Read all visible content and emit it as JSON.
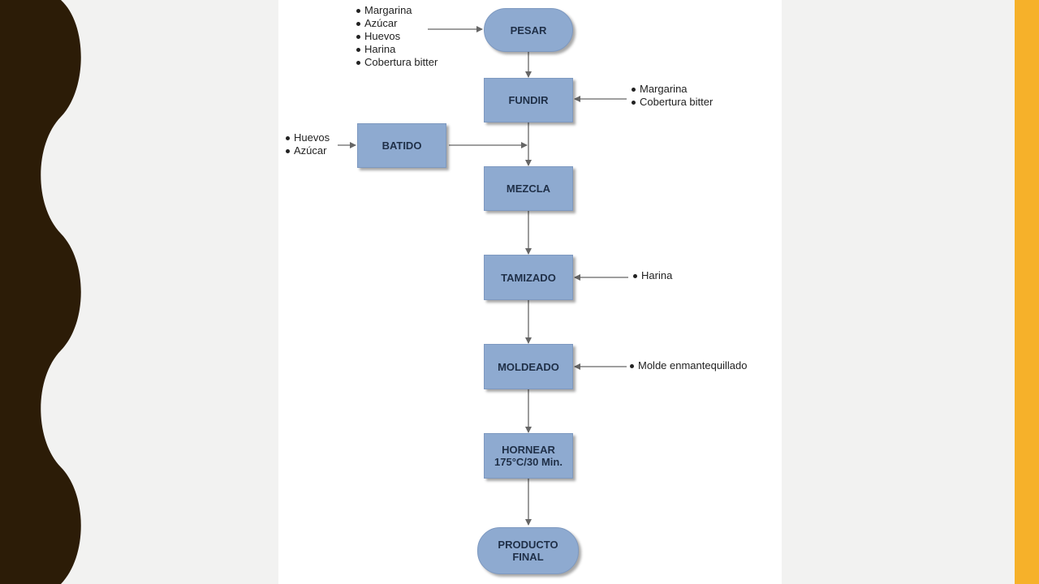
{
  "colors": {
    "background": "#f2f2f1",
    "border_dark": "#2c1c07",
    "accent": "#f6b12a",
    "node_fill": "#8eaad0",
    "node_text": "#1f2f47",
    "arrow": "#666666"
  },
  "diagram": {
    "nodes": {
      "pesar": "PESAR",
      "fundir": "FUNDIR",
      "batido": "BATIDO",
      "mezcla": "MEZCLA",
      "tamizado": "TAMIZADO",
      "moldeado": "MOLDEADO",
      "hornear_line1": "HORNEAR",
      "hornear_line2": "175°C/30 Min.",
      "producto_line1": "PRODUCTO",
      "producto_line2": "FINAL"
    },
    "inputs": {
      "pesar": [
        "Margarina",
        "Azúcar",
        "Huevos",
        "Harina",
        "Cobertura bitter"
      ],
      "fundir": [
        "Margarina",
        "Cobertura bitter"
      ],
      "batido": [
        "Huevos",
        "Azúcar"
      ],
      "tamizado": [
        "Harina"
      ],
      "moldeado": [
        "Molde enmantequillado"
      ]
    }
  }
}
